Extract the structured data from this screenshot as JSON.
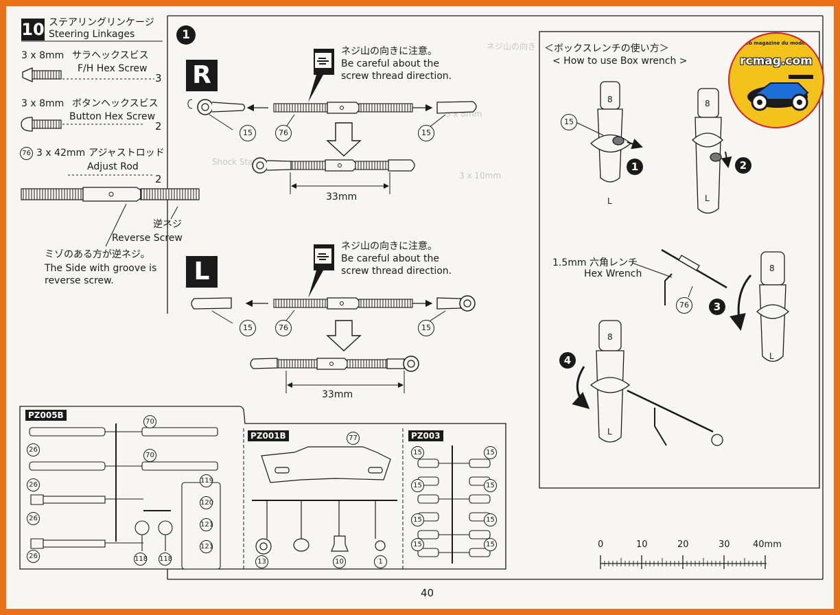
{
  "step": {
    "number": "10",
    "title_jp": "ステアリングリンケージ",
    "title_en": "Steering Linkages"
  },
  "parts": [
    {
      "spec": "3 x 8mm",
      "name_jp": "サラヘックスビス",
      "name_en": "F/H Hex Screw",
      "qty": "3"
    },
    {
      "spec": "3 x 8mm",
      "name_jp": "ボタンヘックスビス",
      "name_en": "Button Hex Screw",
      "qty": "2"
    },
    {
      "ref": "76",
      "spec": "3 x 42mm",
      "name_jp": "アジャストロッド",
      "name_en": "Adjust Rod",
      "qty": "2"
    }
  ],
  "reverse": {
    "label_jp": "逆ネジ",
    "label_en": "Reverse Screw",
    "note_jp": "ミゾのある方が逆ネジ。",
    "note_en_1": "The Side with groove is",
    "note_en_2": "reverse screw."
  },
  "substep": "1",
  "sections": {
    "r": {
      "letter": "R",
      "caution_jp": "ネジ山の向きに注意。",
      "caution_en_1": "Be careful about the",
      "caution_en_2": "screw thread direction.",
      "left_part": "15",
      "rod": "76",
      "right_part": "15",
      "length": "33mm"
    },
    "l": {
      "letter": "L",
      "caution_jp": "ネジ山の向きに注意。",
      "caution_en_1": "Be careful about the",
      "caution_en_2": "screw thread direction.",
      "left_part": "15",
      "rod": "76",
      "right_part": "15",
      "length": "33mm"
    }
  },
  "wrench_box": {
    "title_jp": "＜ボックスレンチの使い方＞",
    "title_en": "< How to use Box wrench >",
    "part_15": "15",
    "part_76": "76",
    "hex_jp": "1.5mm 六角レンチ",
    "hex_en": "Hex Wrench",
    "steps": [
      "1",
      "2",
      "3",
      "4"
    ],
    "mark_8": "8",
    "mark_L": "L"
  },
  "sprues": {
    "pz005b": {
      "label": "PZ005B",
      "nums": [
        "26",
        "26",
        "26",
        "26",
        "70",
        "70",
        "119",
        "120",
        "121",
        "121",
        "118",
        "118"
      ]
    },
    "pz001b": {
      "label": "PZ001B",
      "nums": [
        "77",
        "13",
        "10",
        "1"
      ]
    },
    "pz003": {
      "label": "PZ003",
      "nums": [
        "15",
        "15",
        "15",
        "15",
        "15",
        "15",
        "15",
        "15"
      ]
    }
  },
  "scale": {
    "ticks": [
      "0",
      "10",
      "20",
      "30",
      "40mm"
    ]
  },
  "page_number": "40",
  "watermark": {
    "site": "rcmag.com",
    "tagline": "Le web magazine du modélisme"
  },
  "colors": {
    "frame": "#e9711a",
    "ink": "#1a1a1a",
    "paper": "#f7f6f3",
    "logo_yellow": "#f3c21b",
    "logo_red": "#d61f26"
  }
}
